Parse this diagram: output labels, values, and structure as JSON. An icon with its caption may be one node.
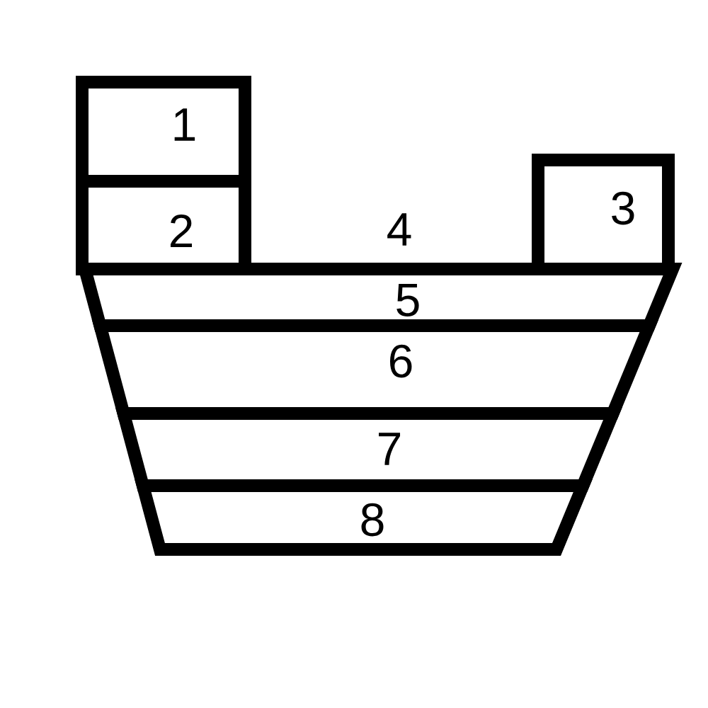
{
  "diagram": {
    "nodes": [
      {
        "text": [
          "1"
        ]
      },
      {
        "text": [
          "2"
        ]
      },
      {
        "text": [
          "3"
        ]
      },
      {
        "text": [
          "5"
        ]
      },
      {
        "text": [
          "6"
        ]
      },
      {
        "text": [
          "7"
        ]
      },
      {
        "text": [
          "8"
        ]
      }
    ],
    "labels": [
      "4"
    ]
  }
}
